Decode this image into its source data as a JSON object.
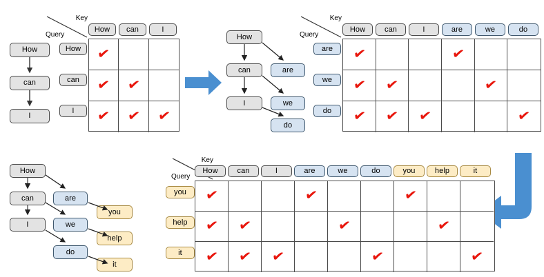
{
  "axis_labels": {
    "key": "Key",
    "query": "Query"
  },
  "colors": {
    "gray_chip": "#e3e3e3",
    "blue_chip": "#d6e3f1",
    "yellow_chip": "#fdecc5",
    "check": "#e8160c",
    "flow_arrow": "#4a8fd0"
  },
  "tokens": {
    "prompt": [
      "How",
      "can",
      "I"
    ],
    "step1": [
      "are",
      "we",
      "do"
    ],
    "step2": [
      "you",
      "help",
      "it"
    ]
  },
  "panels": {
    "top_left_tree": {
      "name": "prompt-chain",
      "nodes": [
        {
          "label": "How",
          "type": "gray"
        },
        {
          "label": "can",
          "type": "gray"
        },
        {
          "label": "I",
          "type": "gray"
        }
      ]
    },
    "top_left_matrix": {
      "name": "prompt-attention-matrix",
      "key_header": [
        "How",
        "can",
        "I"
      ],
      "key_types": [
        "gray",
        "gray",
        "gray"
      ],
      "query_rows": [
        "How",
        "can",
        "I"
      ],
      "query_types": [
        "gray",
        "gray",
        "gray"
      ],
      "cells": [
        [
          1,
          0,
          0
        ],
        [
          1,
          1,
          0
        ],
        [
          1,
          1,
          1
        ]
      ]
    },
    "middle_tree": {
      "name": "first-decode-tree",
      "trunk": [
        "How",
        "can",
        "I"
      ],
      "branch": [
        "are",
        "we",
        "do"
      ]
    },
    "top_right_matrix": {
      "name": "first-decode-attention-matrix",
      "key_header": [
        "How",
        "can",
        "I",
        "are",
        "we",
        "do"
      ],
      "key_types": [
        "gray",
        "gray",
        "gray",
        "blue",
        "blue",
        "blue"
      ],
      "query_rows": [
        "are",
        "we",
        "do"
      ],
      "query_types": [
        "blue",
        "blue",
        "blue"
      ],
      "cells": [
        [
          1,
          0,
          0,
          1,
          0,
          0
        ],
        [
          1,
          1,
          0,
          0,
          1,
          0
        ],
        [
          1,
          1,
          1,
          0,
          0,
          1
        ]
      ]
    },
    "bottom_left_tree": {
      "name": "second-decode-tree",
      "trunk": [
        "How",
        "can",
        "I"
      ],
      "branch1": [
        "are",
        "we",
        "do"
      ],
      "branch2": [
        "you",
        "help",
        "it"
      ]
    },
    "bottom_matrix": {
      "name": "second-decode-attention-matrix",
      "key_header": [
        "How",
        "can",
        "I",
        "are",
        "we",
        "do",
        "you",
        "help",
        "it"
      ],
      "key_types": [
        "gray",
        "gray",
        "gray",
        "blue",
        "blue",
        "blue",
        "yellow",
        "yellow",
        "yellow"
      ],
      "query_rows": [
        "you",
        "help",
        "it"
      ],
      "query_types": [
        "yellow",
        "yellow",
        "yellow"
      ],
      "cells": [
        [
          1,
          0,
          0,
          1,
          0,
          0,
          1,
          0,
          0
        ],
        [
          1,
          1,
          0,
          0,
          1,
          0,
          0,
          1,
          0
        ],
        [
          1,
          1,
          1,
          0,
          0,
          1,
          0,
          0,
          1
        ]
      ]
    }
  },
  "flow_arrows": [
    {
      "name": "arrow-right",
      "direction": "right"
    },
    {
      "name": "arrow-wrap-down-left",
      "direction": "down-left"
    }
  ],
  "check_glyph": "✔"
}
